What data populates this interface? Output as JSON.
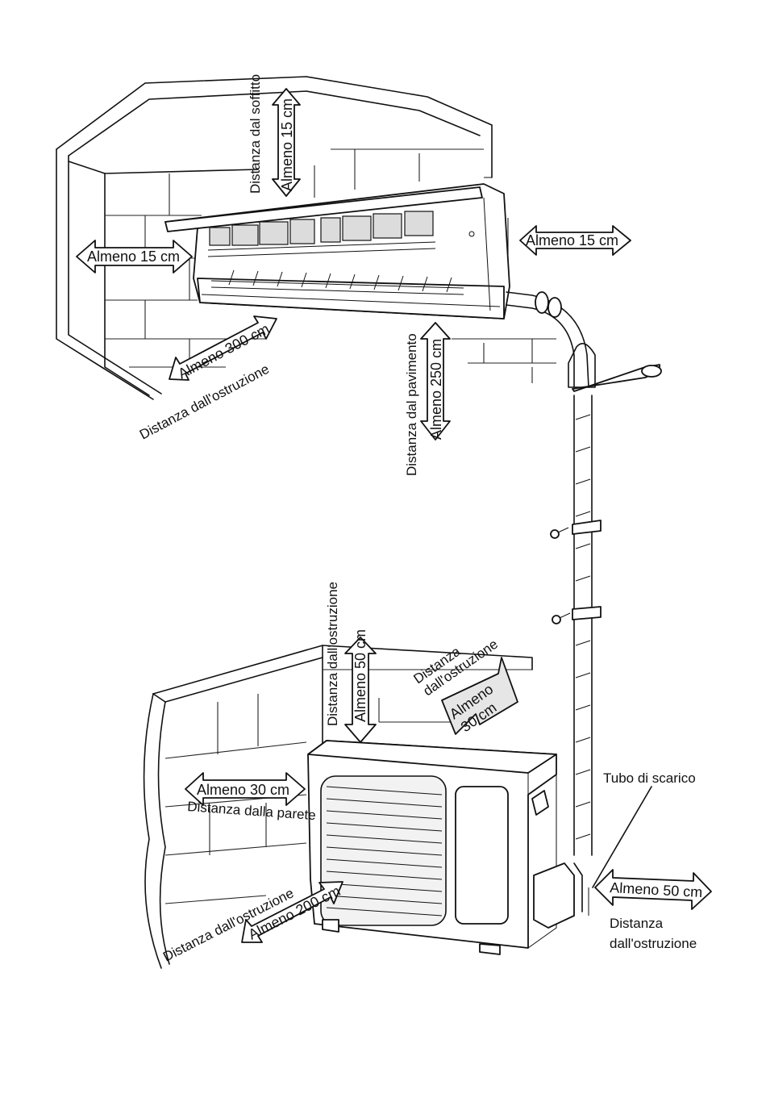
{
  "labels": {
    "ceiling_distance": "Distanza dal soffitto",
    "ceiling_min": "Almeno 15 cm",
    "left_min": "Almeno 15 cm",
    "right_min": "Almeno 15 cm",
    "front_min": "Almeno 300 cm",
    "front_distance": "Distanza dall'ostruzione",
    "floor_distance": "Distanza dal pavimento",
    "floor_min": "Almeno 250 cm",
    "outdoor_top_distance": "Distanza dall'ostruzione",
    "outdoor_top_min": "Almeno 50 cm",
    "outdoor_back_distance_1": "Distanza",
    "outdoor_back_distance_2": "dall'ostruzione",
    "outdoor_back_min_1": "Almeno",
    "outdoor_back_min_2": "30 cm",
    "outdoor_wall_min": "Almeno 30 cm",
    "outdoor_wall_distance": "Distanza dalla parete",
    "outdoor_front_distance": "Distanza dall'ostruzione",
    "outdoor_front_min": "Almeno 200 cm",
    "drain_pipe": "Tubo di scarico",
    "outdoor_side_min": "Almeno 50 cm",
    "outdoor_side_distance_1": "Distanza",
    "outdoor_side_distance_2": "dall'ostruzione"
  }
}
